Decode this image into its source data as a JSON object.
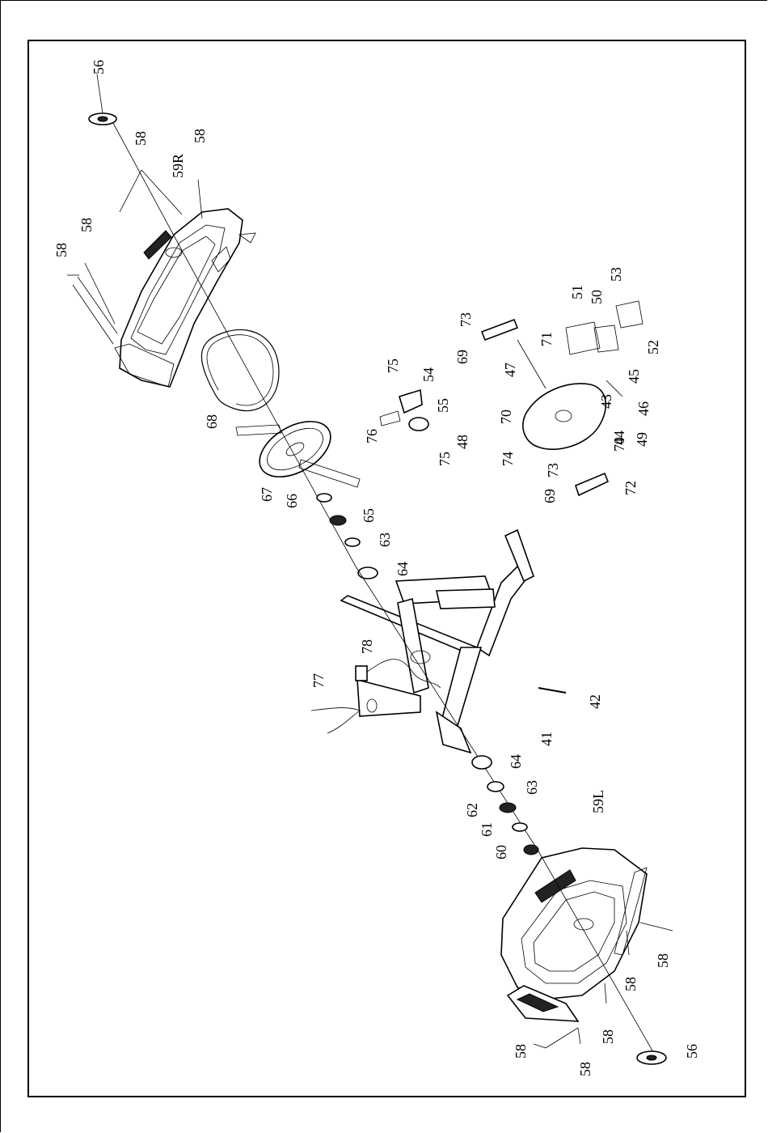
{
  "diagram": {
    "labels": {
      "l56a": "56",
      "l58a": "58",
      "l58b": "58",
      "l59r": "59R",
      "l58c": "58",
      "l58d": "58",
      "l68": "68",
      "l67": "67",
      "l66": "66",
      "l65": "65",
      "l63a": "63",
      "l64a": "64",
      "l75a": "75",
      "l54": "54",
      "l55": "55",
      "l76": "76",
      "l48": "48",
      "l75b": "75",
      "l73a": "73",
      "l69a": "69",
      "l47": "47",
      "l71": "71",
      "l51": "51",
      "l50": "50",
      "l53": "53",
      "l52": "52",
      "l70a": "70",
      "l74": "74",
      "l43": "43",
      "l45": "45",
      "l46": "46",
      "l44": "44",
      "l49": "49",
      "l70b": "70",
      "l73b": "73",
      "l69b": "69",
      "l72": "72",
      "l78": "78",
      "l77": "77",
      "l41": "41",
      "l42": "42",
      "l64b": "64",
      "l63b": "63",
      "l62": "62",
      "l61": "61",
      "l60": "60",
      "l59l": "59L",
      "l58e": "58",
      "l58f": "58",
      "l58g": "58",
      "l58h": "58",
      "l58i": "58",
      "l56b": "56"
    }
  }
}
